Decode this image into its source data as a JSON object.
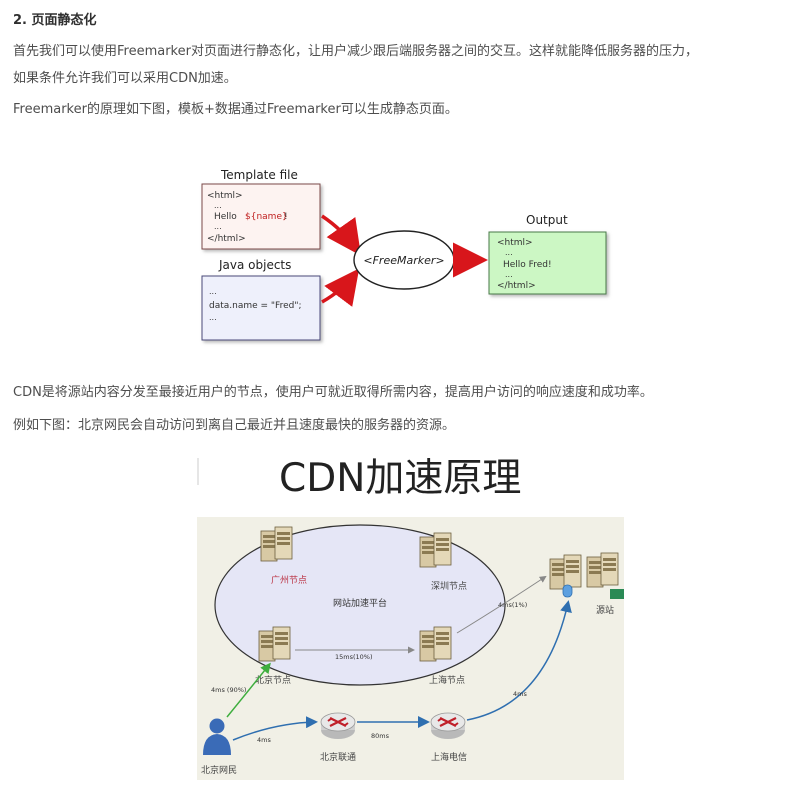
{
  "article": {
    "heading": "2. 页面静态化",
    "p1_line1": "首先我们可以使用Freemarker对页面进行静态化，让用户减少跟后端服务器之间的交互。这样就能降低服务器的压力，",
    "p1_line2": "如果条件允许我们可以采用CDN加速。",
    "p2": "Freemarker的原理如下图，模板+数据通过Freemarker可以生成静态页面。",
    "p3": "CDN是将源站内容分发至最接近用户的节点，使用户可就近取得所需内容，提高用户访问的响应速度和成功率。",
    "p4": "例如下图：北京网民会自动访问到离自己最近并且速度最快的服务器的资源。"
  },
  "freemarker_figure": {
    "template_title": "Template file",
    "template_lines": [
      "<html>",
      "...",
      "Hello ",
      "${name}",
      "!",
      "...",
      "</html>"
    ],
    "java_title": "Java objects",
    "java_lines": [
      "...",
      "data.name = \"Fred\";",
      "..."
    ],
    "engine_label": "<FreeMarker>",
    "output_title": "Output",
    "output_lines": [
      "<html>",
      "...",
      "Hello  Fred!",
      "...",
      "</html>"
    ],
    "colors": {
      "template_bg": "#fdf3f1",
      "java_bg": "#eef0fb",
      "output_bg": "#ccf7c4",
      "arrow": "#d8161b",
      "var_text": "#c02020"
    }
  },
  "cdn_figure": {
    "title": "CDN加速原理",
    "platform_label": "网站加速平台",
    "nodes": {
      "guangzhou": "广州节点",
      "shenzhen": "深圳节点",
      "beijing": "北京节点",
      "shanghai": "上海节点",
      "origin": "源站",
      "beijing_unicom": "北京联通",
      "shanghai_telecom": "上海电信",
      "beijing_user": "北京网民"
    },
    "latencies": {
      "bj_to_sh": "15ms(10%)",
      "sh_to_origin": "4ms(1%)",
      "user_to_bj": "4ms (90%)",
      "user_to_unicom": "4ms",
      "unicom_to_telecom": "80ms",
      "telecom_to_origin": "4ms"
    },
    "colors": {
      "background": "#f1f0e6",
      "ellipse": "#e5e6f6",
      "router": "#dcdcdc",
      "user": "#3a6bb7",
      "green_line": "#3fae3f",
      "blue_line": "#2f6fb0"
    }
  }
}
